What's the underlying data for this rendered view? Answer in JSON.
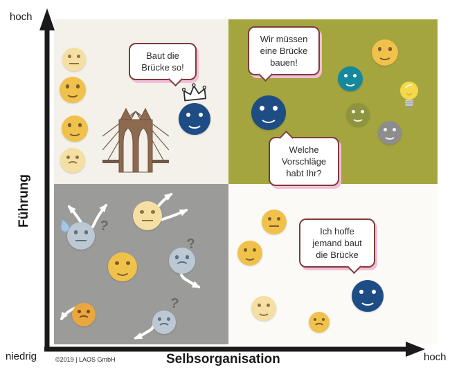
{
  "axes": {
    "y_axis_label": "Führung",
    "x_axis_label": "Selbsorganisation",
    "y_high_label": "hoch",
    "x_high_label": "hoch",
    "low_label": "niedrig"
  },
  "footer": {
    "copyright": "©2019 | LAOS GmbH"
  },
  "speech_bubbles": {
    "leader_instruction": "Baut die Brücke so!",
    "team_goal": "Wir müssen eine Brücke bauen!",
    "team_question": "Welche Vorschläge habt Ihr?",
    "hope_statement": "Ich hoffe jemand baut die Brücke"
  },
  "icons": {
    "question_mark": "?",
    "crown": "crown-icon",
    "bridge": "bridge-image",
    "lightbulb": "lightbulb-icon",
    "sweat_drop": "sweat-drop-icon",
    "direction_arrows": "white-direction-arrows"
  },
  "colors": {
    "quadrant_top_right_bg": "#a4a53e",
    "quadrant_bottom_left_bg": "#9b9b99",
    "quadrant_light_bg": "#f4f1ea",
    "smiley_gold": "#f0c24b",
    "smiley_pale_yellow": "#f6dfa2",
    "smiley_orange": "#eaa73e",
    "smiley_blue": "#1e4d85",
    "smiley_teal": "#16889e",
    "smiley_olive": "#8f9440",
    "smiley_gray": "#8d8d8d",
    "smiley_bluegray": "#bcc9d4",
    "bubble_border": "#7e3a3a",
    "bubble_shadow": "#f3bed8",
    "axis_color": "#1a1a1a"
  }
}
